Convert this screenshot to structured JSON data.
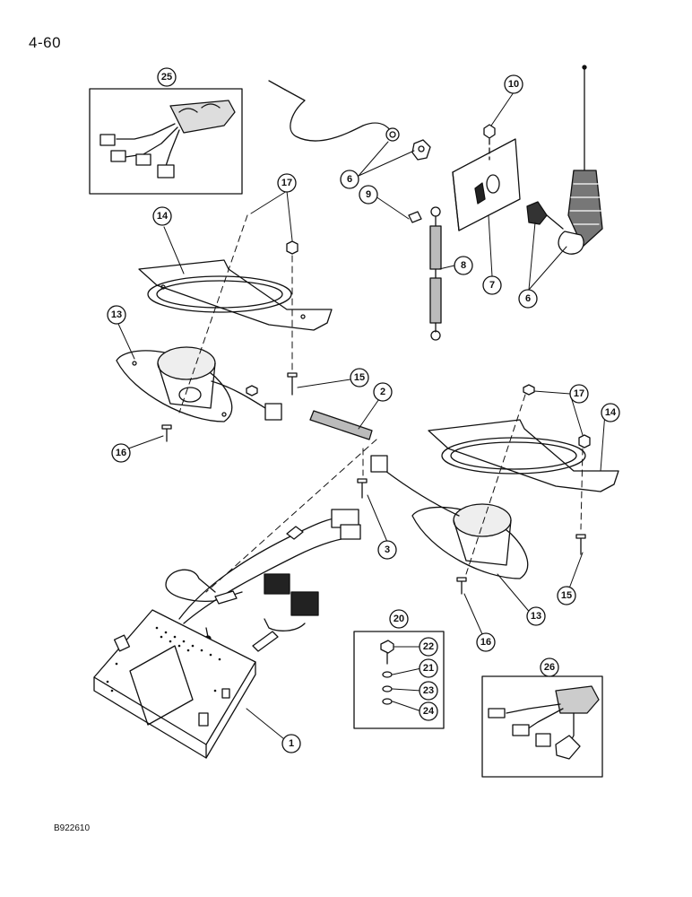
{
  "page_number": "4-60",
  "figure_code": "B922610",
  "callouts": {
    "c25": "25",
    "c10": "10",
    "c6a": "6",
    "c9": "9",
    "c17a": "17",
    "c14a": "14",
    "c8": "8",
    "c7": "7",
    "c6b": "6",
    "c13a": "13",
    "c15a": "15",
    "c2": "2",
    "c17b": "17",
    "c14b": "14",
    "c16a": "16",
    "c3": "3",
    "c20": "20",
    "c22": "22",
    "c21": "21",
    "c23": "23",
    "c24": "24",
    "c26": "26",
    "c16b": "16",
    "c13b": "13",
    "c15b": "15",
    "c1": "1"
  }
}
